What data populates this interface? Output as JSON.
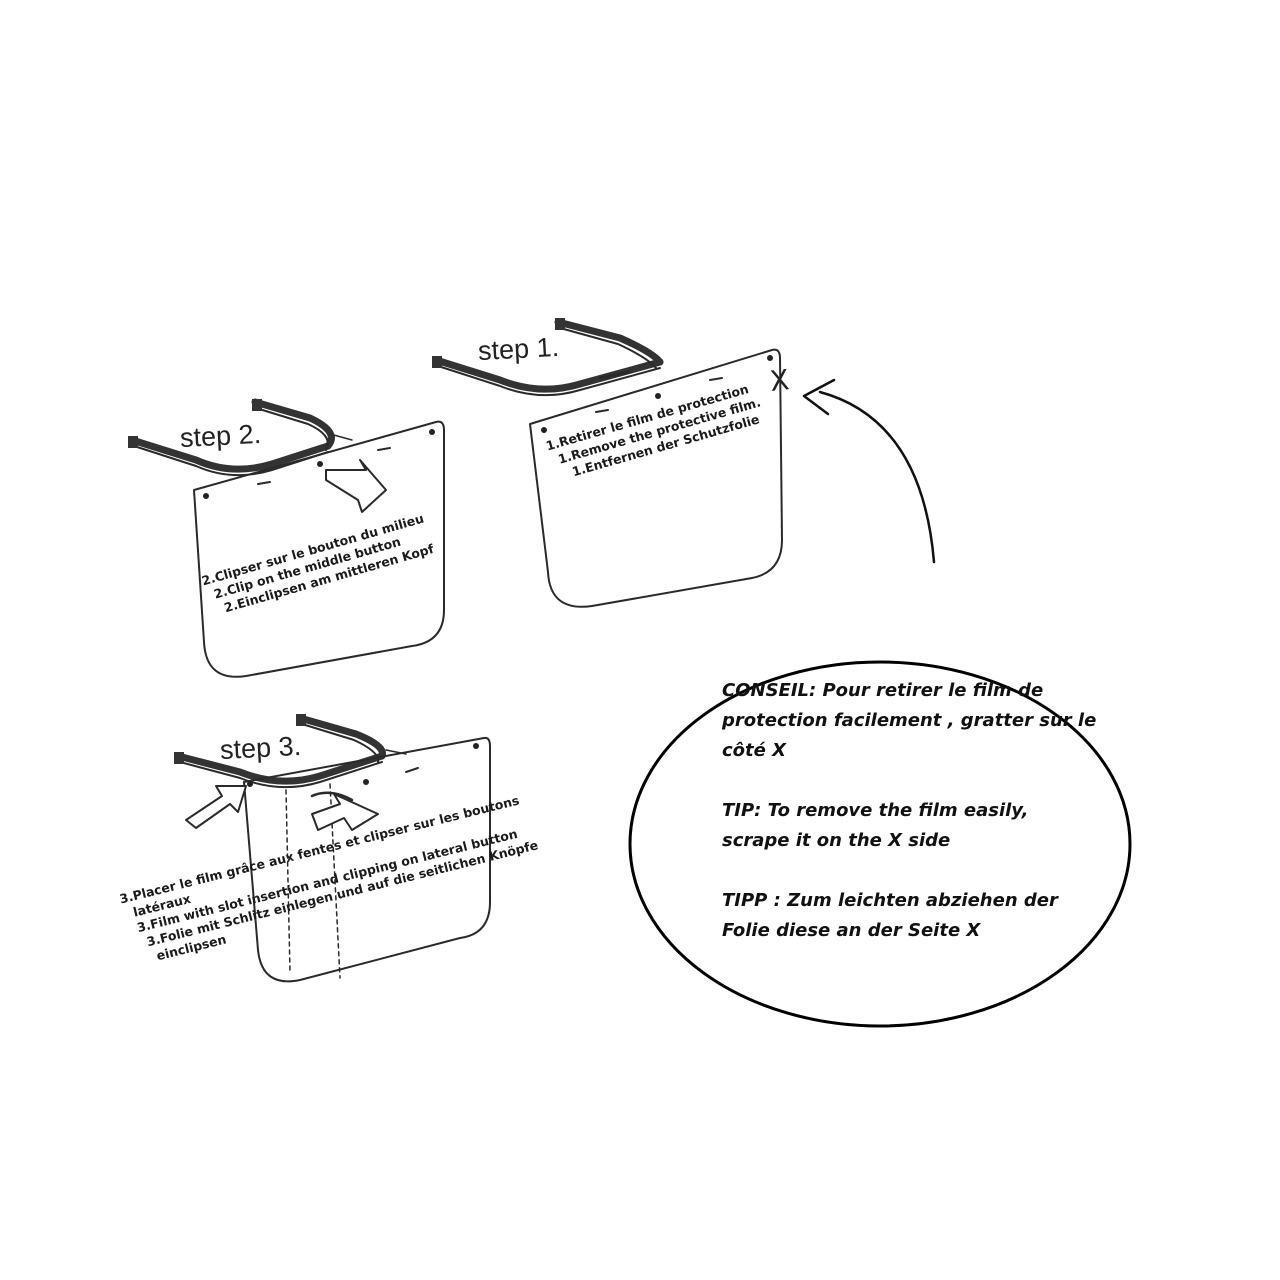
{
  "steps": {
    "step1": {
      "label": "step 1.",
      "lines": [
        "1.Retirer le film de protection",
        "1.Remove the protective film.",
        "1.Entfernen der Schutzfolie"
      ]
    },
    "step2": {
      "label": "step 2.",
      "lines": [
        "2.Clipser sur le bouton du milieu",
        "2.Clip on the middle button",
        "2.Einclipsen am mittleren Kopf"
      ]
    },
    "step3": {
      "label": "step 3.",
      "lines": [
        "3.Placer le film grâce aux fentes et clipser sur les boutons",
        "latéraux",
        "3.Film with slot insertion and clipping on lateral button",
        "3.Folie mit Schlitz einlegen und auf die seitlichen Knöpfe",
        "einclipsen"
      ]
    }
  },
  "x_marker": "X",
  "tip": {
    "fr": "CONSEIL: Pour retirer le film de protection facilement , gratter sur le côté X",
    "en": "TIP: To remove the film easily, scrape it on the X side",
    "de": "TIPP : Zum leichten abziehen der Folie diese an der Seite X"
  }
}
